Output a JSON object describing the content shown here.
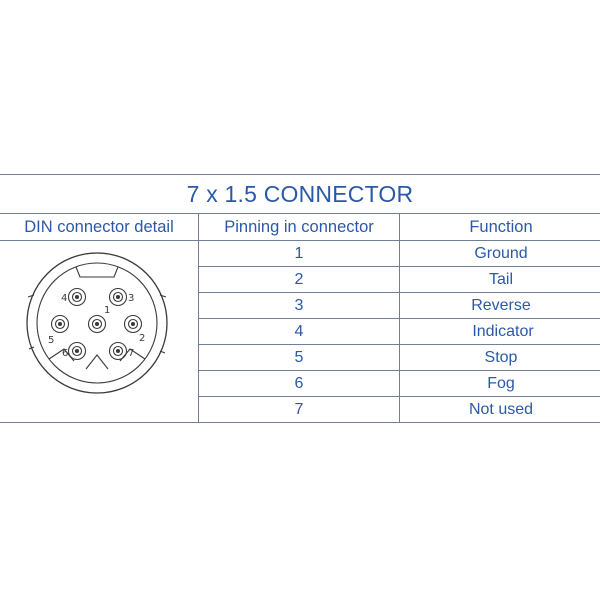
{
  "title": "7 x 1.5 CONNECTOR",
  "headers": {
    "detail": "DIN connector detail",
    "pinning": "Pinning in connector",
    "function": "Function"
  },
  "rows": [
    {
      "pin": "1",
      "function": "Ground"
    },
    {
      "pin": "2",
      "function": "Tail"
    },
    {
      "pin": "3",
      "function": "Reverse"
    },
    {
      "pin": "4",
      "function": "Indicator"
    },
    {
      "pin": "5",
      "function": "Stop"
    },
    {
      "pin": "6",
      "function": "Fog"
    },
    {
      "pin": "7",
      "function": "Not used"
    }
  ],
  "diagram_labels": [
    "1",
    "2",
    "3",
    "4",
    "5",
    "6",
    "7"
  ],
  "colors": {
    "text": "#2b59a8",
    "lines": "#6f7f95",
    "drawing": "#3a3a3a"
  }
}
